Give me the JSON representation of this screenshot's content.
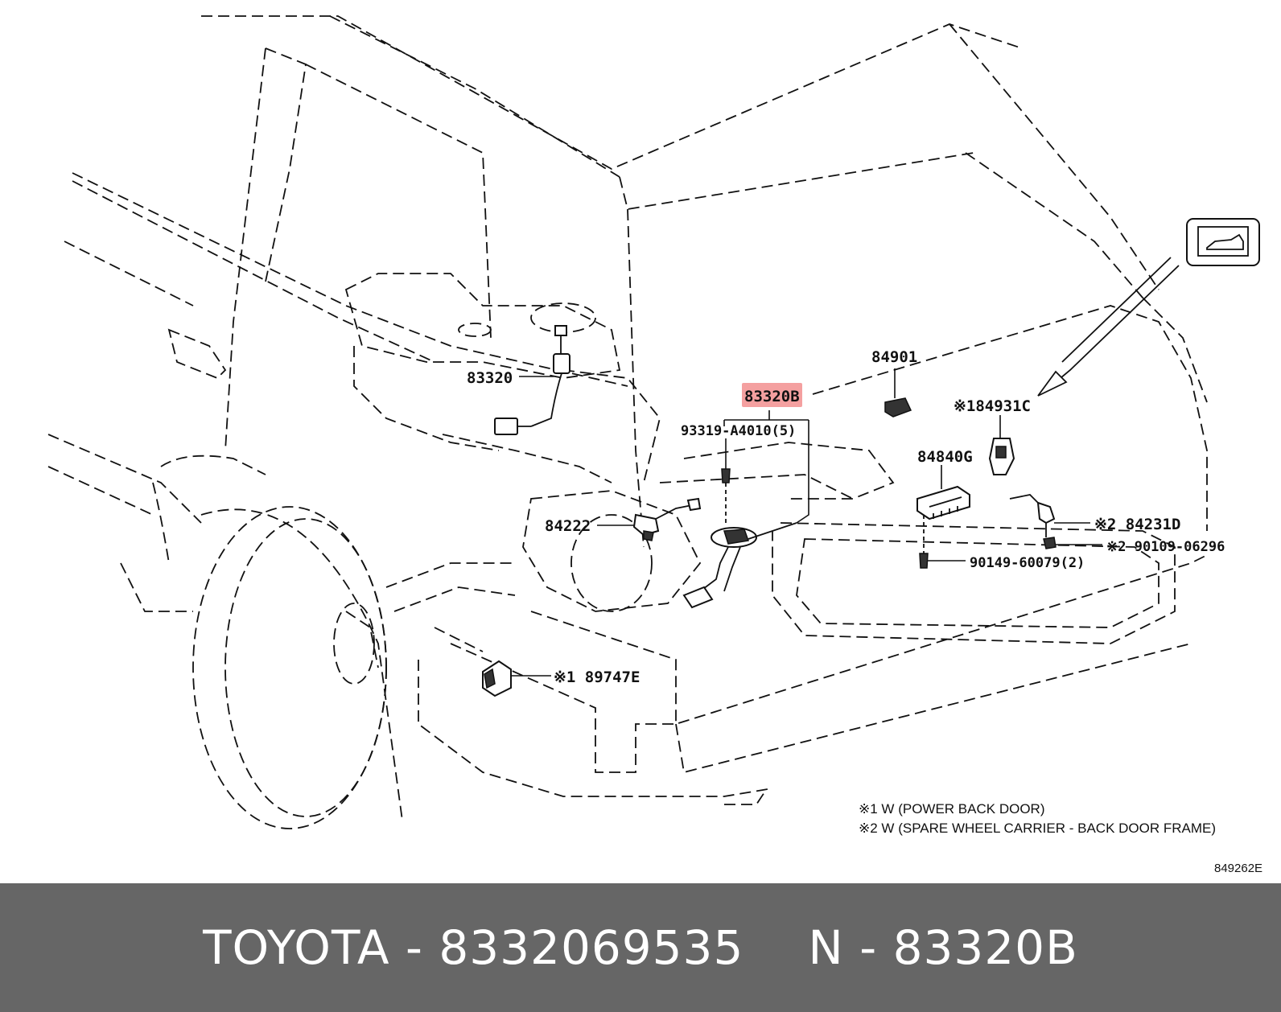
{
  "labels": {
    "p83320": "83320",
    "p83320B": "83320B",
    "p93319": "93319-A4010(5)",
    "p84901": "84901",
    "p84931C": "※184931C",
    "p84840G": "84840G",
    "p84222": "84222",
    "p84231D": "※2 84231D",
    "p90109": "※2 90109-06296",
    "p90149": "90149-60079(2)",
    "p89747E": "※1 89747E"
  },
  "notes": {
    "note1": "※1  W (POWER BACK DOOR)",
    "note2": "※2  W (SPARE WHEEL CARRIER - BACK DOOR FRAME)"
  },
  "diagram_code": "849262E",
  "highlight_color": "#f4a0a0",
  "footer": {
    "left": "TOYOTA - 8332069535",
    "right": "N - 83320B"
  }
}
